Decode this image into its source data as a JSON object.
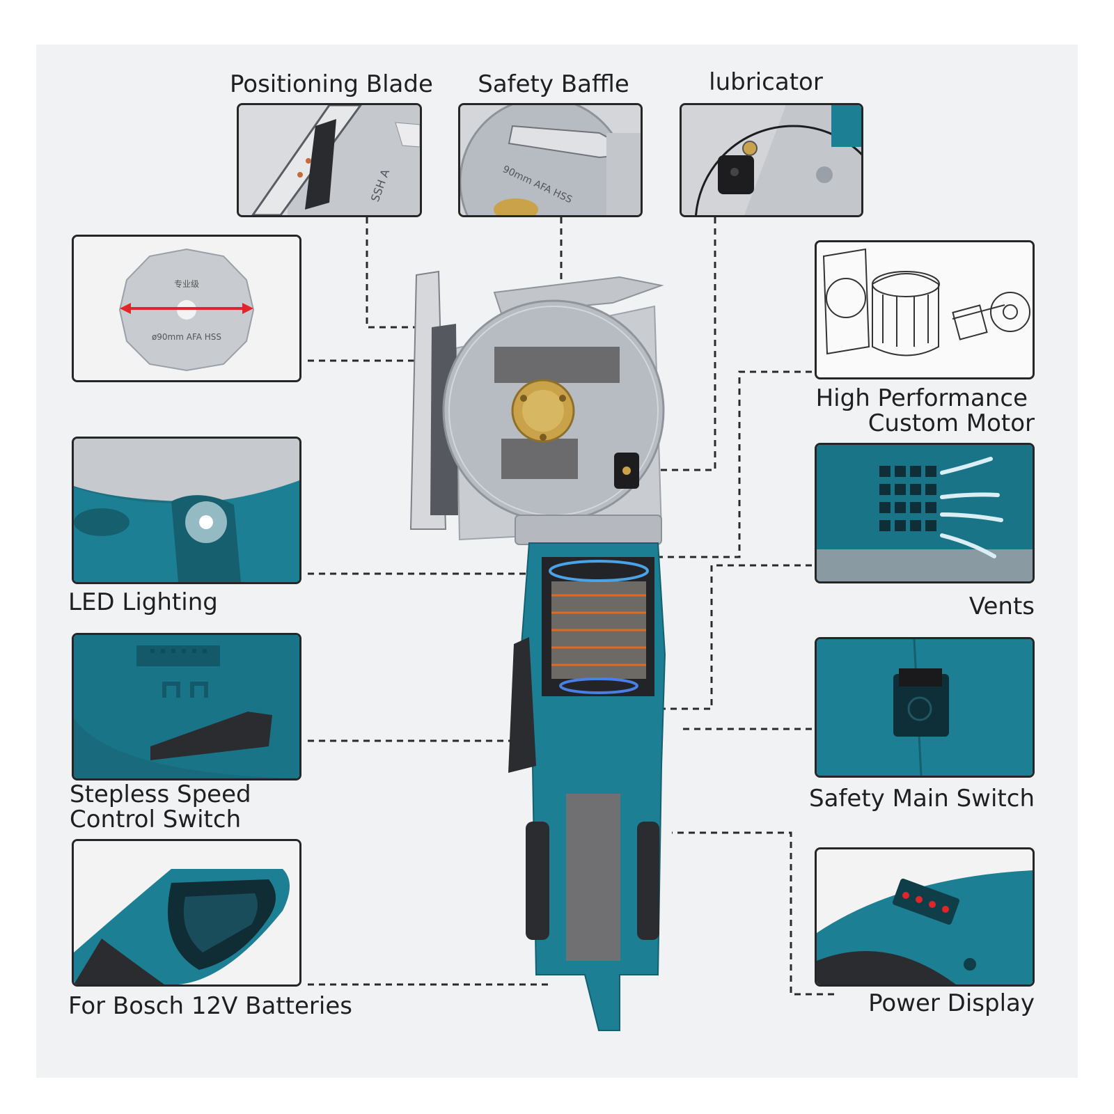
{
  "labels": {
    "positioning_blade": "Positioning Blade",
    "safety_baffle": "Safety Baffle",
    "lubricator": "lubricator",
    "motor_line1": "High Performance",
    "motor_line2": "Custom Motor",
    "led_lighting": "LED Lighting",
    "vents": "Vents",
    "speed_line1": "Stepless Speed",
    "speed_line2": "Control Switch",
    "safety_main_switch": "Safety Main Switch",
    "batteries": "For Bosch 12V Batteries",
    "power_display": "Power Display"
  },
  "blade_markings": {
    "top": "专业级",
    "bottom": "ø90mm AFA HSS",
    "hss": "SSH A",
    "baffle_text": "90mm AFA HSS"
  },
  "colors": {
    "tool_body": "#1d7f93",
    "tool_dark": "#2a2c30",
    "blade_silver": "#b7bcc3",
    "accent_red": "#e0262b",
    "motor_orange": "#e06a1f"
  },
  "power_display_leds": 4
}
